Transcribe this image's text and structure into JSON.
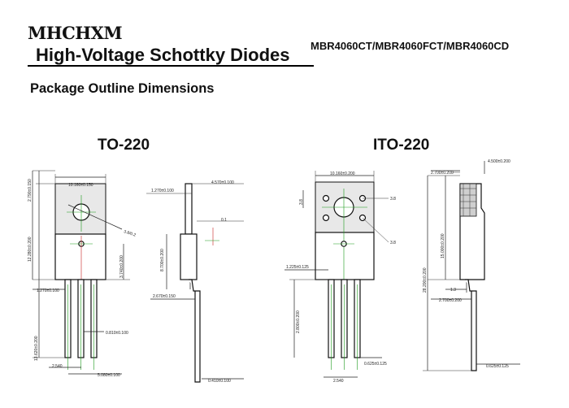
{
  "header": {
    "logo_text": "MHCHXM",
    "doc_title": "High-Voltage Schottky Diodes",
    "part_numbers": "MBR4060CT/MBR4060FCT/MBR4060CD"
  },
  "section": {
    "heading": "Package Outline Dimensions"
  },
  "packages": [
    {
      "name": "TO-220",
      "dims": {
        "width_top": "10.160±0.150",
        "tab_thickness": "1.270±0.100",
        "body_depth": "4.570±0.100",
        "height_top": "2.790±0.150",
        "hole": "3.8/0.2",
        "total_height": "12.280±0.200",
        "tab_dim": "0.1",
        "body_height": "8.700±0.200",
        "lead_span": "3.740±0.200",
        "lead_width": "1.270±0.100",
        "lead_step": "2.670±0.150",
        "lead_length": "13.620±0.200",
        "lead_thick": "0.810±0.100",
        "pitch": "2.540",
        "pitch_total": "5.080±0.100",
        "lead_tip": "0.410±0.100"
      }
    },
    {
      "name": "ITO-220",
      "dims": {
        "width_top": "10.160±0.200",
        "depth_top": "4.500±0.200",
        "tab_top": "2.700±0.200",
        "hole_top": "3.8",
        "hole_label_top": "3.8",
        "hole_label_bottom": "3.8",
        "lead_shoulder": "1.225±0.125",
        "body_height": "15.000±0.200",
        "total_height": "28.200±0.200",
        "lead_step": "1.3",
        "lead_step2": "2.700±0.200",
        "lead_length": "2.800±0.200",
        "lead_thick": "0.625±0.125",
        "pitch": "2.540",
        "lead_tip": "0.625±0.125"
      }
    }
  ]
}
